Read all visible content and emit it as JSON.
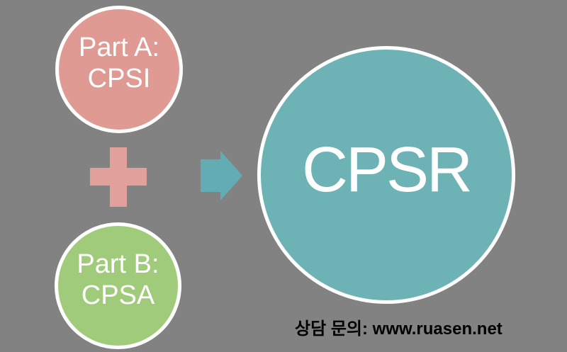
{
  "colors": {
    "background": "#828282",
    "part_a_fill": "#df9a94",
    "part_b_fill": "#a0cb7b",
    "result_fill": "#6db3b5",
    "plus_fill": "#e2a09a",
    "arrow_fill": "#62adb3",
    "ring": "#ffffff",
    "circle_text": "#ffffff",
    "footer_text": "#000000"
  },
  "diagram": {
    "part_a": {
      "line1": "Part A:",
      "line2": "CPSI"
    },
    "part_b": {
      "line1": "Part B:",
      "line2": "CPSA"
    },
    "operator": "plus",
    "relation": "arrow-right",
    "result": {
      "label": "CPSR"
    }
  },
  "footer": {
    "contact_text": "상담 문의: www.ruasen.net"
  }
}
